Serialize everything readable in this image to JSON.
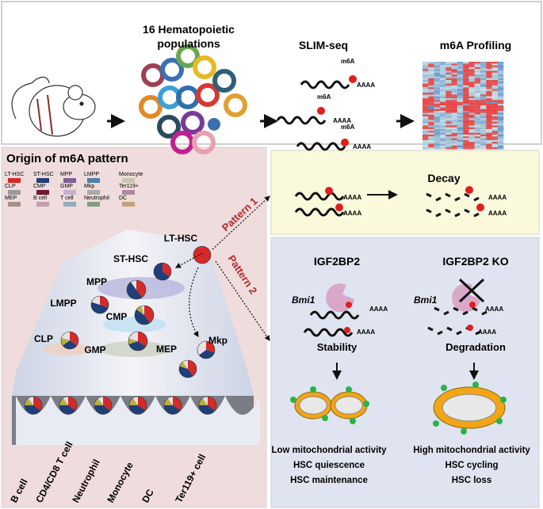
{
  "top": {
    "populations_title": [
      "16 Hematopoietic",
      "populations"
    ],
    "slimseq_title": "SLIM-seq",
    "profiling_title": "m6A Profiling",
    "m6a_label": "m6A",
    "polyA": "AAAA"
  },
  "legend": {
    "title": "Origin of  m6A pattern",
    "items": [
      {
        "label": "LT-HSC",
        "color": "#d42a2a"
      },
      {
        "label": "ST-HSC",
        "color": "#1f3f7a"
      },
      {
        "label": "MPP",
        "color": "#7e5f96"
      },
      {
        "label": "LMPP",
        "color": "#4f7fb5"
      },
      {
        "label": "Monocyte",
        "color": "#c9c6ae"
      },
      {
        "label": "CLP",
        "color": "#9a9a9a"
      },
      {
        "label": "CMP",
        "color": "#6e1834"
      },
      {
        "label": "GMP",
        "color": "#c8b0cc"
      },
      {
        "label": "Mkp",
        "color": "#a9aaa8"
      },
      {
        "label": "Ter119+",
        "color": "#b2889e"
      },
      {
        "label": "MEP",
        "color": "#a69088"
      },
      {
        "label": "B cell",
        "color": "#c39fb0"
      },
      {
        "label": "T cell",
        "color": "#96aabd"
      },
      {
        "label": "Neutrophil",
        "color": "#7f9f7c"
      },
      {
        "label": "DC",
        "color": "#c3a27a"
      }
    ]
  },
  "hierarchy": {
    "nodes": [
      "LT-HSC",
      "ST-HSC",
      "MPP",
      "LMPP",
      "CMP",
      "CLP",
      "GMP",
      "MEP",
      "Mkp"
    ],
    "mature": [
      "B cell",
      "CD4/CD8 T cell",
      "Neutrophil",
      "Monocyte",
      "DC",
      "Ter119+ cell"
    ],
    "pattern1": "Pattern 1",
    "pattern2": "Pattern 2"
  },
  "decay": {
    "title": "Decay",
    "polyA": "AAAA"
  },
  "igf": {
    "left_title": "IGF2BP2",
    "right_title": "IGF2BP2 KO",
    "gene": "Bmi1",
    "polyA": "AAAA",
    "left_state": "Stability",
    "right_state": "Degradation",
    "left_outcomes": [
      "Low mitochondrial activity",
      "HSC quiescence",
      "HSC maintenance"
    ],
    "right_outcomes": [
      "High mitochondrial activity",
      "HSC cycling",
      "HSC loss"
    ]
  },
  "colors": {
    "m6a_dot": "#e01e1e",
    "pattern_label": "#b22a2a",
    "mito": "#f2a516",
    "reader": "#d9a8c8"
  }
}
